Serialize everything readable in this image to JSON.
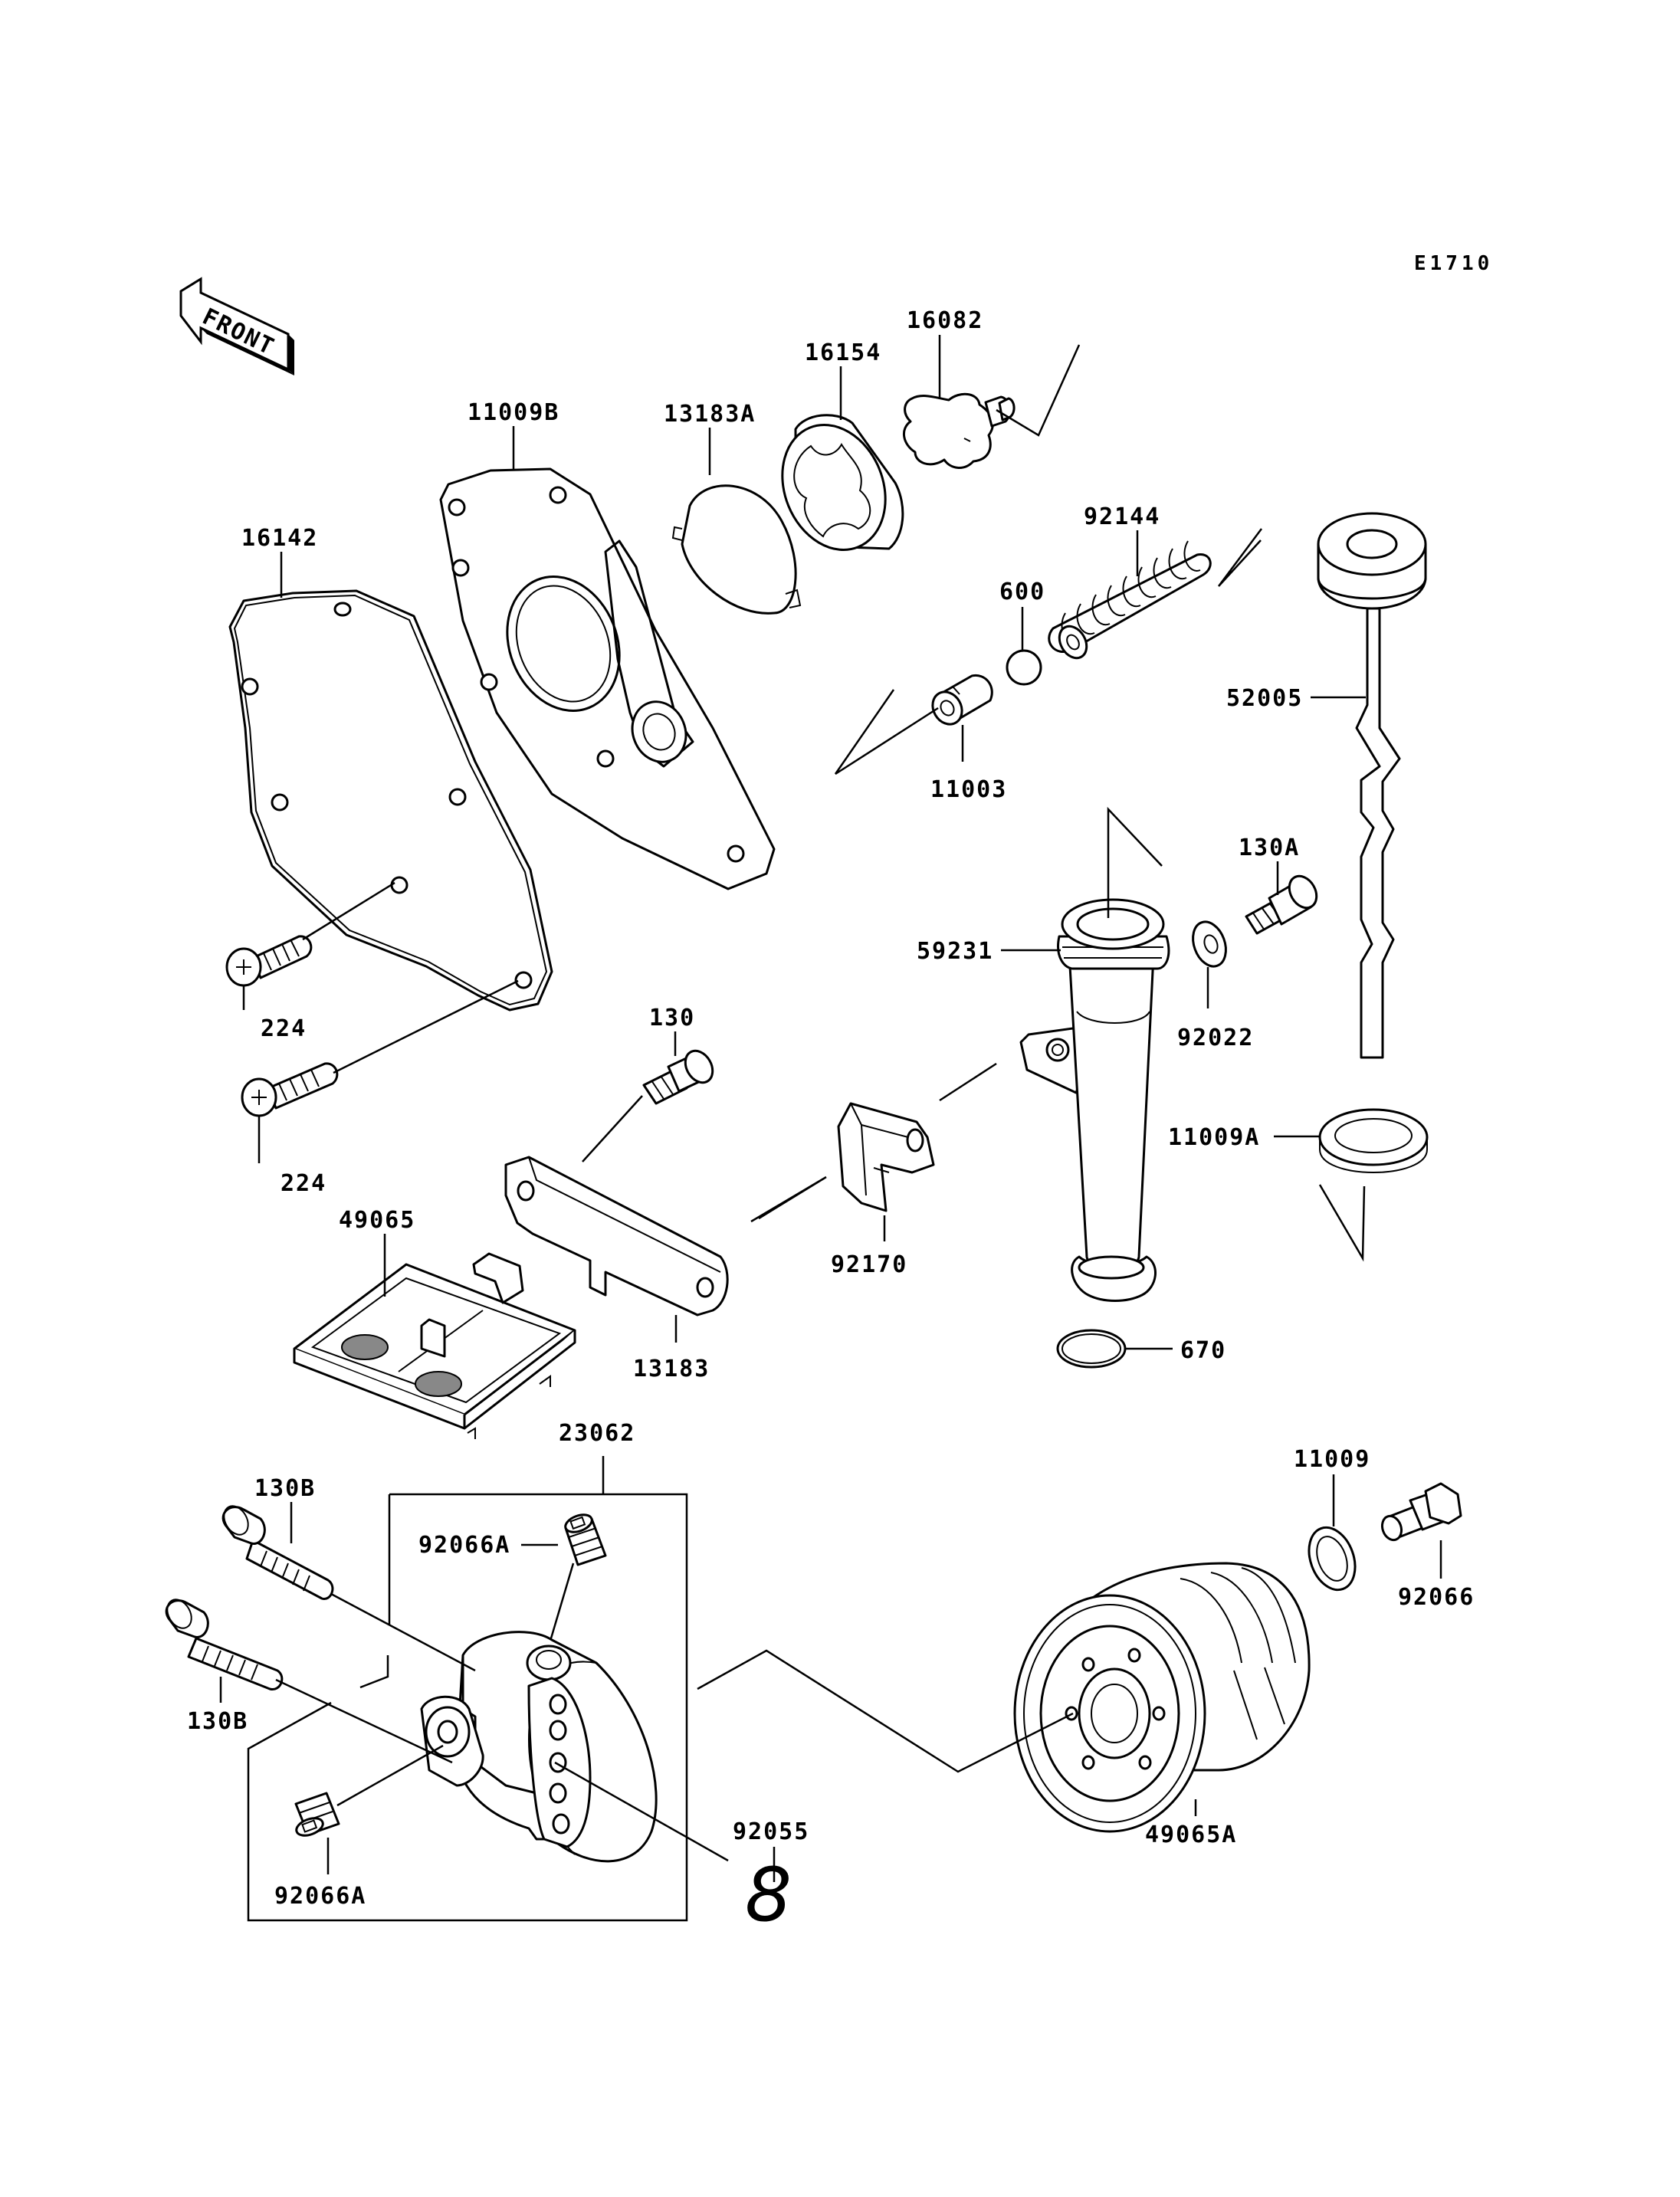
{
  "diagram_code": "E1710",
  "front_label": "FRONT",
  "symbol_8": "8",
  "parts": {
    "p16082": "16082",
    "p16154": "16154",
    "p13183A": "13183A",
    "p11009B": "11009B",
    "p16142": "16142",
    "p92144": "92144",
    "p600": "600",
    "p11003": "11003",
    "p52005": "52005",
    "p130A": "130A",
    "p59231": "59231",
    "p92022": "92022",
    "p224_top": "224",
    "p224_bottom": "224",
    "p130": "130",
    "p11009A": "11009A",
    "p49065": "49065",
    "p92170": "92170",
    "p13183": "13183",
    "p670": "670",
    "p23062": "23062",
    "p130B_top": "130B",
    "p92066A_top": "92066A",
    "p11009": "11009",
    "p92066": "92066",
    "p130B_bottom": "130B",
    "p92055": "92055",
    "p49065A": "49065A",
    "p92066A_bottom": "92066A"
  }
}
